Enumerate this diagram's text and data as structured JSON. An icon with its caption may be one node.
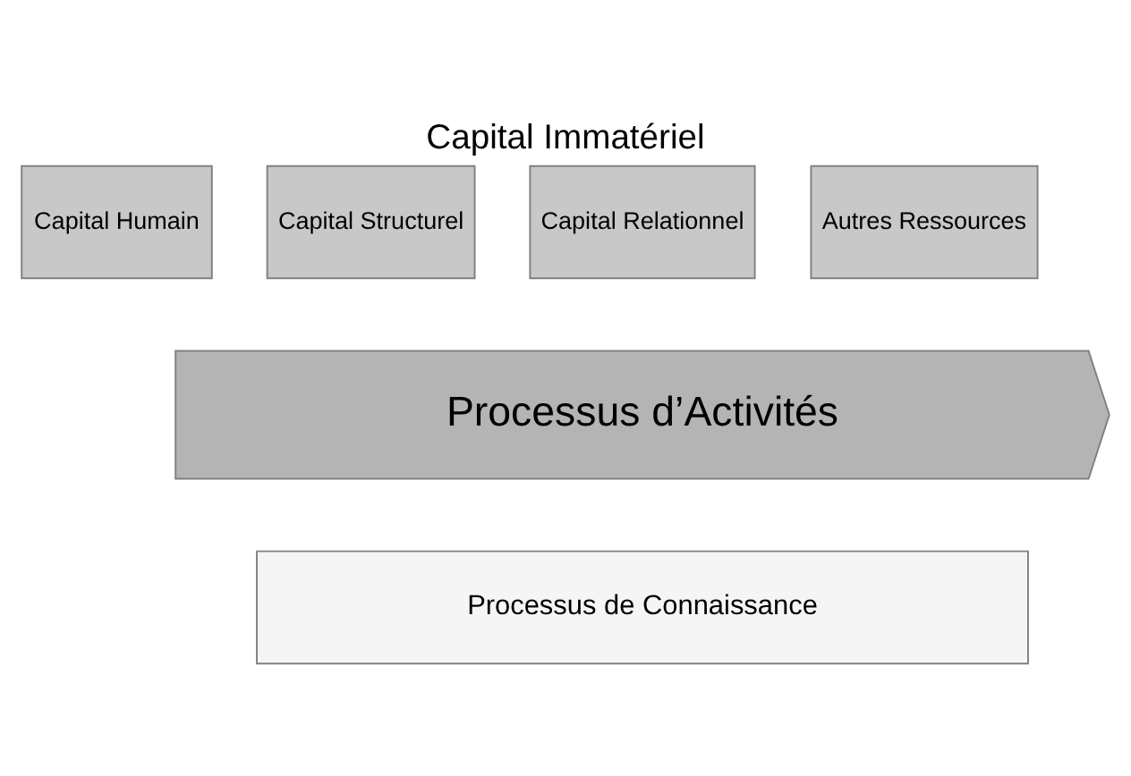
{
  "diagram": {
    "title": "Capital Immatériel",
    "nodes": [
      {
        "text": [
          "Capital Humain"
        ]
      },
      {
        "text": [
          "Capital Structurel"
        ]
      },
      {
        "text": [
          "Capital Relationnel"
        ]
      },
      {
        "text": [
          "Autres Ressources"
        ]
      },
      {
        "text": [
          "Processus d’Activités"
        ]
      },
      {
        "text": [
          "Processus de Connaissance"
        ]
      }
    ]
  }
}
